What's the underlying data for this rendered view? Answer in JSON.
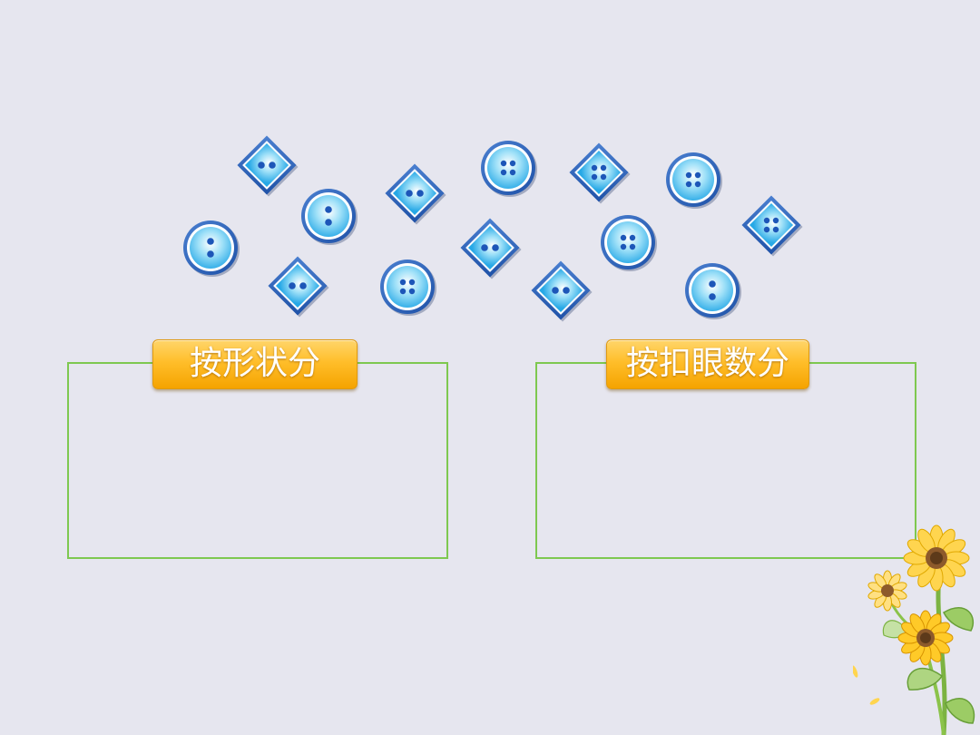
{
  "slide": {
    "background": "#e6e6ef",
    "accent_green": "#7ec850",
    "label_orange": "#ffbe2a"
  },
  "categories": [
    {
      "id": "shape",
      "label": "按形状分"
    },
    {
      "id": "holes",
      "label": "按扣眼数分"
    }
  ],
  "sewing_buttons": {
    "count": 14,
    "items": [
      {
        "shape": "diamond",
        "holes": 2
      },
      {
        "shape": "round",
        "holes": 2
      },
      {
        "shape": "diamond",
        "holes": 2
      },
      {
        "shape": "round",
        "holes": 4
      },
      {
        "shape": "diamond",
        "holes": 4
      },
      {
        "shape": "round",
        "holes": 4
      },
      {
        "shape": "round",
        "holes": 2
      },
      {
        "shape": "diamond",
        "holes": 4
      },
      {
        "shape": "diamond",
        "holes": 2
      },
      {
        "shape": "round",
        "holes": 4
      },
      {
        "shape": "round",
        "holes": 4
      },
      {
        "shape": "diamond",
        "holes": 2
      },
      {
        "shape": "diamond",
        "holes": 2
      },
      {
        "shape": "round",
        "holes": 2
      }
    ]
  },
  "decoration": {
    "icon": "sunflower-icon"
  }
}
